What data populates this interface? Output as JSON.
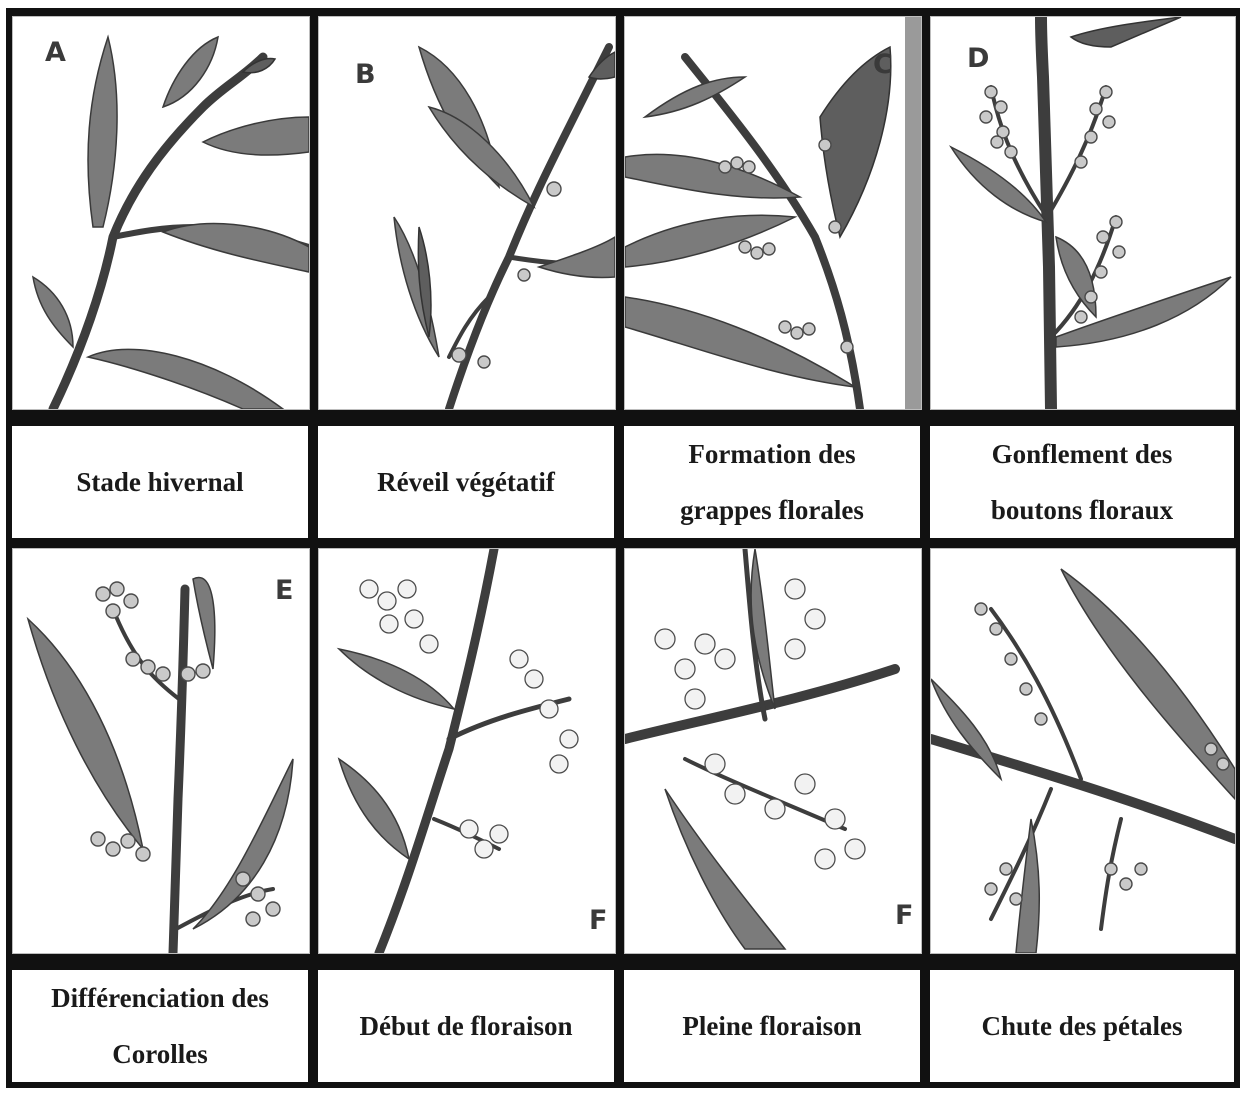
{
  "panels": [
    {
      "letter": "A",
      "label_lines": [
        "Stade hivernal"
      ]
    },
    {
      "letter": "B",
      "label_lines": [
        "Réveil végétatif"
      ]
    },
    {
      "letter": "C",
      "label_lines": [
        "Formation des",
        "grappes florales"
      ]
    },
    {
      "letter": "D",
      "label_lines": [
        "Gonflement des",
        "boutons floraux"
      ]
    },
    {
      "letter": "E",
      "label_lines": [
        "Différenciation des",
        "Corolles"
      ]
    },
    {
      "letter": "F",
      "label_lines": [
        "Début de floraison"
      ]
    },
    {
      "letter": "F",
      "label_lines": [
        "Pleine floraison"
      ]
    },
    {
      "letter": "",
      "label_lines": [
        "Chute des pétales"
      ]
    }
  ]
}
